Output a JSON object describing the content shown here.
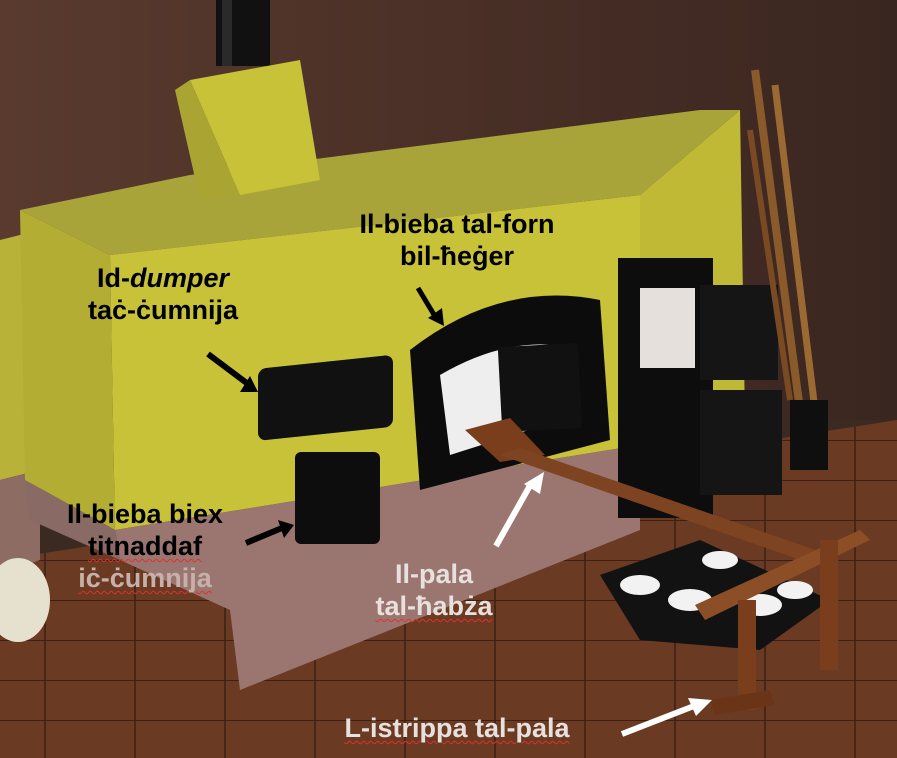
{
  "labels": {
    "door": {
      "line1": "Il-bieba tal-forn",
      "line2": "bil-ħeġer"
    },
    "dumper": {
      "prefix": "Id-",
      "italic": "dumper",
      "line2": "taċ-ċumnija"
    },
    "ash_door": {
      "line1": "Il-bieba biex",
      "line2": "titnaddaf",
      "line3": "iċ-ċumnija"
    },
    "peel": {
      "line1": "Il-pala",
      "line2": "tal-ħabża"
    },
    "stand": {
      "line1": "L-istrippa tal-pala"
    }
  },
  "colors": {
    "oven_yellow": "#c9c23a",
    "base_pink": "#9a7570",
    "wall_brown": "#4a3129",
    "floor": "#6a3a24",
    "label_dark": "#000000",
    "label_light": "#f2f2f2",
    "arrow_light": "#ffffff"
  }
}
